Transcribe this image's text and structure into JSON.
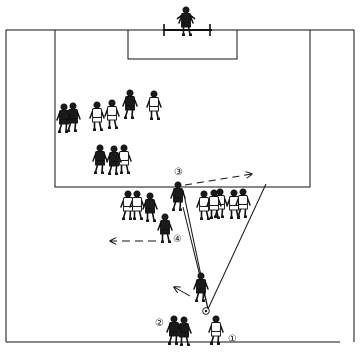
{
  "labels": {
    "one": "①",
    "two": "②",
    "three": "③",
    "four": "④"
  },
  "colors": {
    "line": "#111111",
    "dark_kit": "#1a1a1a",
    "light_kit": "#ffffff"
  },
  "players": {
    "dark": 10,
    "light": 13,
    "goalkeeper": 1
  }
}
